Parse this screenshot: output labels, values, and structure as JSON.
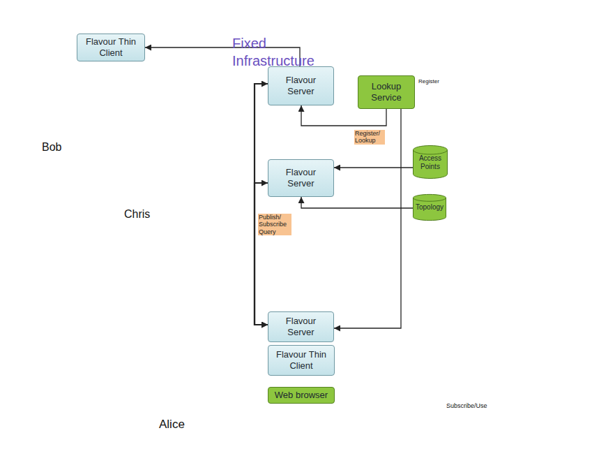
{
  "diagram": {
    "nodes": [
      {
        "text": [
          "Fixed Infrastructure"
        ]
      },
      {
        "text": [
          "Flavour Server"
        ],
        "in": 0
      },
      {
        "text": [
          "Lookup Service"
        ],
        "in": 0
      },
      {
        "text": [
          "Flavour Server"
        ],
        "in": 0
      },
      {
        "text": [
          "Access Points"
        ],
        "in": 0
      },
      {
        "text": [
          "Topology"
        ],
        "in": 0
      },
      {
        "text": [
          "Flavour Thin Client"
        ]
      },
      {
        "text": [
          "Flavour Server"
        ]
      },
      {
        "text": [
          "Flavour Thin Client"
        ]
      },
      {
        "text": [
          "Web browser"
        ]
      }
    ],
    "edges": [
      {
        "from": 1,
        "to": 6,
        "arrow": "to"
      },
      {
        "from": 2,
        "to": 1,
        "label": "Register/ Lookup",
        "arrow": "to"
      },
      {
        "from": 4,
        "to": 3,
        "arrow": "to"
      },
      {
        "from": 5,
        "to": 3,
        "arrow": "to"
      },
      {
        "from": 2,
        "to": 7,
        "arrow": "to"
      },
      {
        "from": 7,
        "to": 1,
        "label": "Publish/ Subscribe Query",
        "arrow": "both"
      },
      {
        "from": 7,
        "to": 3,
        "arrow": "both"
      }
    ],
    "labels": [
      "Bob",
      "Chris",
      "Alice",
      "Register",
      "Subscribe/Use"
    ]
  }
}
